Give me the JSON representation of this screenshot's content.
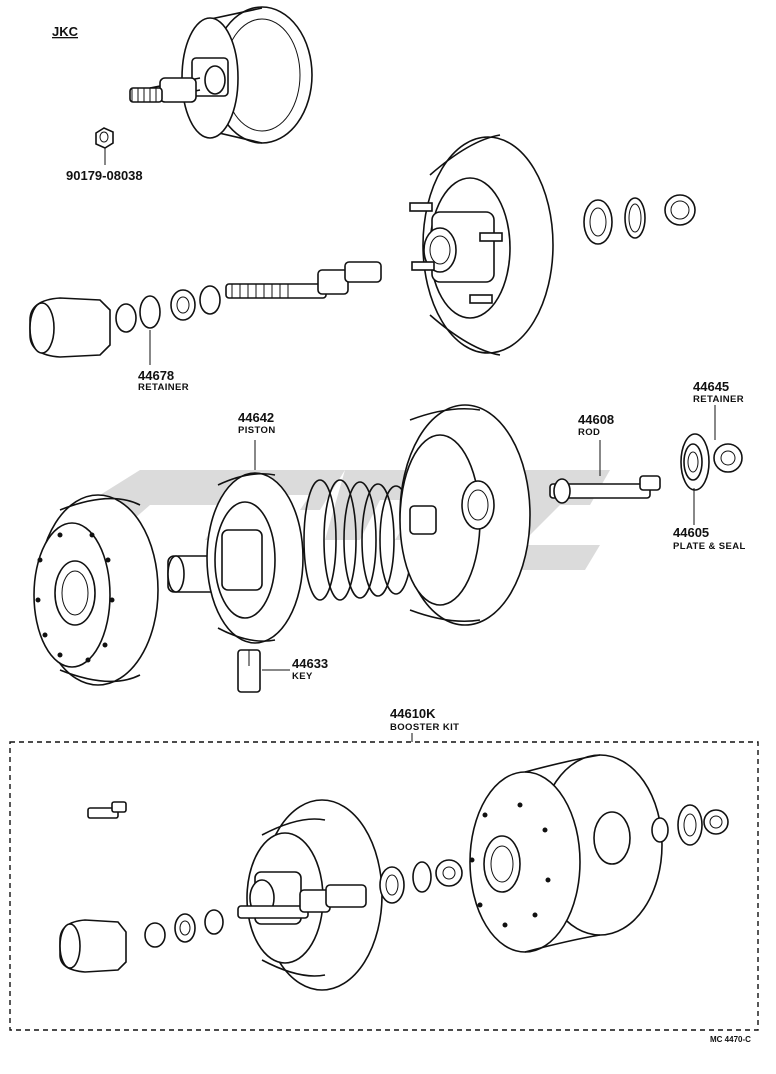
{
  "header": {
    "variant_label": "JKC"
  },
  "parts": [
    {
      "id": "p-90179",
      "number": "90179-08038",
      "name": ""
    },
    {
      "id": "p-44678",
      "number": "44678",
      "name": "RETAINER"
    },
    {
      "id": "p-44645",
      "number": "44645",
      "name": "RETAINER"
    },
    {
      "id": "p-44642",
      "number": "44642",
      "name": "PISTON"
    },
    {
      "id": "p-44608",
      "number": "44608",
      "name": "ROD"
    },
    {
      "id": "p-44605",
      "number": "44605",
      "name": "PLATE & SEAL"
    },
    {
      "id": "p-44633",
      "number": "44633",
      "name": "KEY"
    },
    {
      "id": "p-44610K",
      "number": "44610K",
      "name": "BOOSTER KIT"
    }
  ],
  "footer": {
    "code": "MC 4470-C"
  },
  "colors": {
    "line": "#111111",
    "paper": "#ffffff",
    "watermark": "#bdbdbd"
  }
}
